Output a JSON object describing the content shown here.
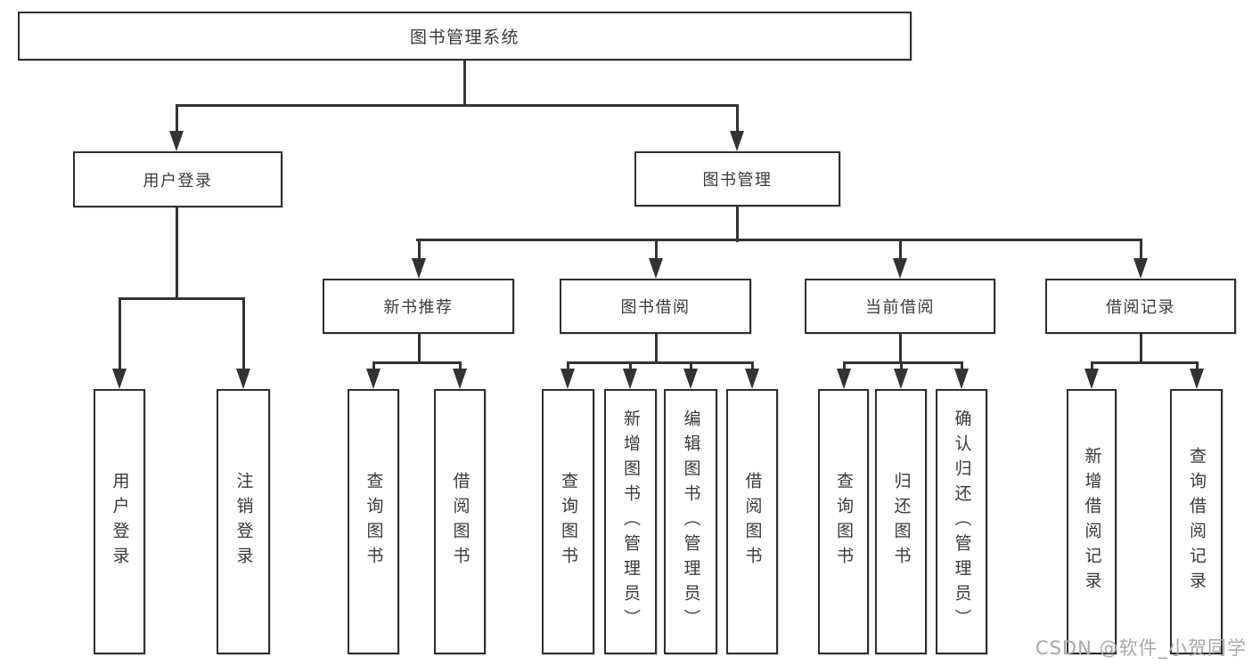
{
  "colors": {
    "background": "#ffffff",
    "line": "#333333",
    "border": "#2f2f2f",
    "text": "#3a3a3a",
    "watermark": "#a8a8a8"
  },
  "watermark": {
    "text": "CSDN @软件_小贺同学"
  },
  "tree": {
    "label": "图书管理系统",
    "children": [
      {
        "label": "用户登录",
        "children": [
          {
            "label": "用户登录"
          },
          {
            "label": "注销登录"
          }
        ]
      },
      {
        "label": "图书管理",
        "children": [
          {
            "label": "新书推荐",
            "children": [
              {
                "label": "查询图书"
              },
              {
                "label": "借阅图书"
              }
            ]
          },
          {
            "label": "图书借阅",
            "children": [
              {
                "label": "查询图书"
              },
              {
                "label": "新增图书（管理员）"
              },
              {
                "label": "编辑图书（管理员）"
              },
              {
                "label": "借阅图书"
              }
            ]
          },
          {
            "label": "当前借阅",
            "children": [
              {
                "label": "查询图书"
              },
              {
                "label": "归还图书"
              },
              {
                "label": "确认归还（管理员）"
              }
            ]
          },
          {
            "label": "借阅记录",
            "children": [
              {
                "label": "新增借阅记录"
              },
              {
                "label": "查询借阅记录"
              }
            ]
          }
        ]
      }
    ]
  }
}
